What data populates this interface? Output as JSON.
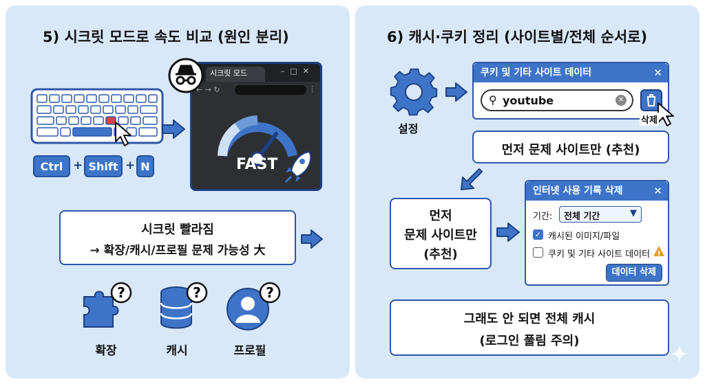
{
  "left": {
    "title": "5) 시크릿 모드로 속도 비교 (원인 분리)",
    "keys": [
      "Ctrl",
      "+",
      "Shift",
      "+",
      "N"
    ],
    "browser": {
      "tab_title": "시크릿 모드",
      "badge": "FAST"
    },
    "result_box": {
      "line1": "시크릿 빨라짐",
      "line2": "→ 확장/캐시/프로필 문제 가능성 大"
    },
    "suspects": [
      {
        "label": "확장",
        "icon": "puzzle-icon"
      },
      {
        "label": "캐시",
        "icon": "database-icon"
      },
      {
        "label": "프로필",
        "icon": "user-profile-icon"
      }
    ]
  },
  "right": {
    "title": "6) 캐시·쿠키 정리 (사이트별/전체 순서로)",
    "settings_label": "설정",
    "cookie_dialog": {
      "title": "쿠키 및 기타 사이트 데이터",
      "search_value": "youtube",
      "delete_tooltip": "삭제"
    },
    "site_first_box": "먼저 문제 사이트만 (추천)",
    "site_first_side": [
      "먼저",
      "문제 사이트만",
      "(추천)"
    ],
    "clear_dialog": {
      "title": "인터넷 사용 기록 삭제",
      "period_label": "기간:",
      "period_value": "전체 기간",
      "options": [
        {
          "label": "캐시된 이미지/파일",
          "checked": true
        },
        {
          "label": "쿠키 및 기타 사이트 데이터",
          "checked": false,
          "warning": true
        }
      ],
      "button": "데이터 삭제"
    },
    "final_box": {
      "line1": "그래도 안 되면 전체 캐시",
      "line2": "(로그인 풀림 주의)"
    }
  },
  "colors": {
    "panel": "#d8e8f9",
    "accent": "#3e74c8",
    "dark": "#1e3f80",
    "browser": "#2d2f33",
    "warning": "#e0a020"
  }
}
